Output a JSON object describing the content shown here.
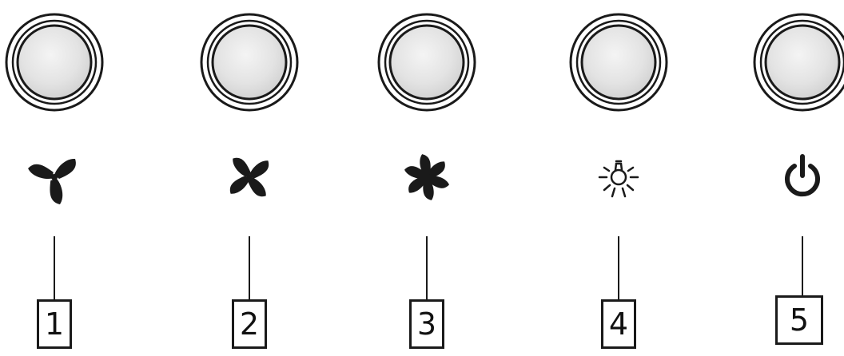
{
  "controls": [
    {
      "number": "1",
      "icon": "fan-speed-low-icon"
    },
    {
      "number": "2",
      "icon": "fan-speed-medium-icon"
    },
    {
      "number": "3",
      "icon": "fan-speed-high-icon"
    },
    {
      "number": "4",
      "icon": "light-bulb-icon"
    },
    {
      "number": "5",
      "icon": "power-icon"
    }
  ],
  "colors": {
    "ink": "#1a1a1a",
    "button_face": "#e6e6e6",
    "background": "#ffffff"
  }
}
